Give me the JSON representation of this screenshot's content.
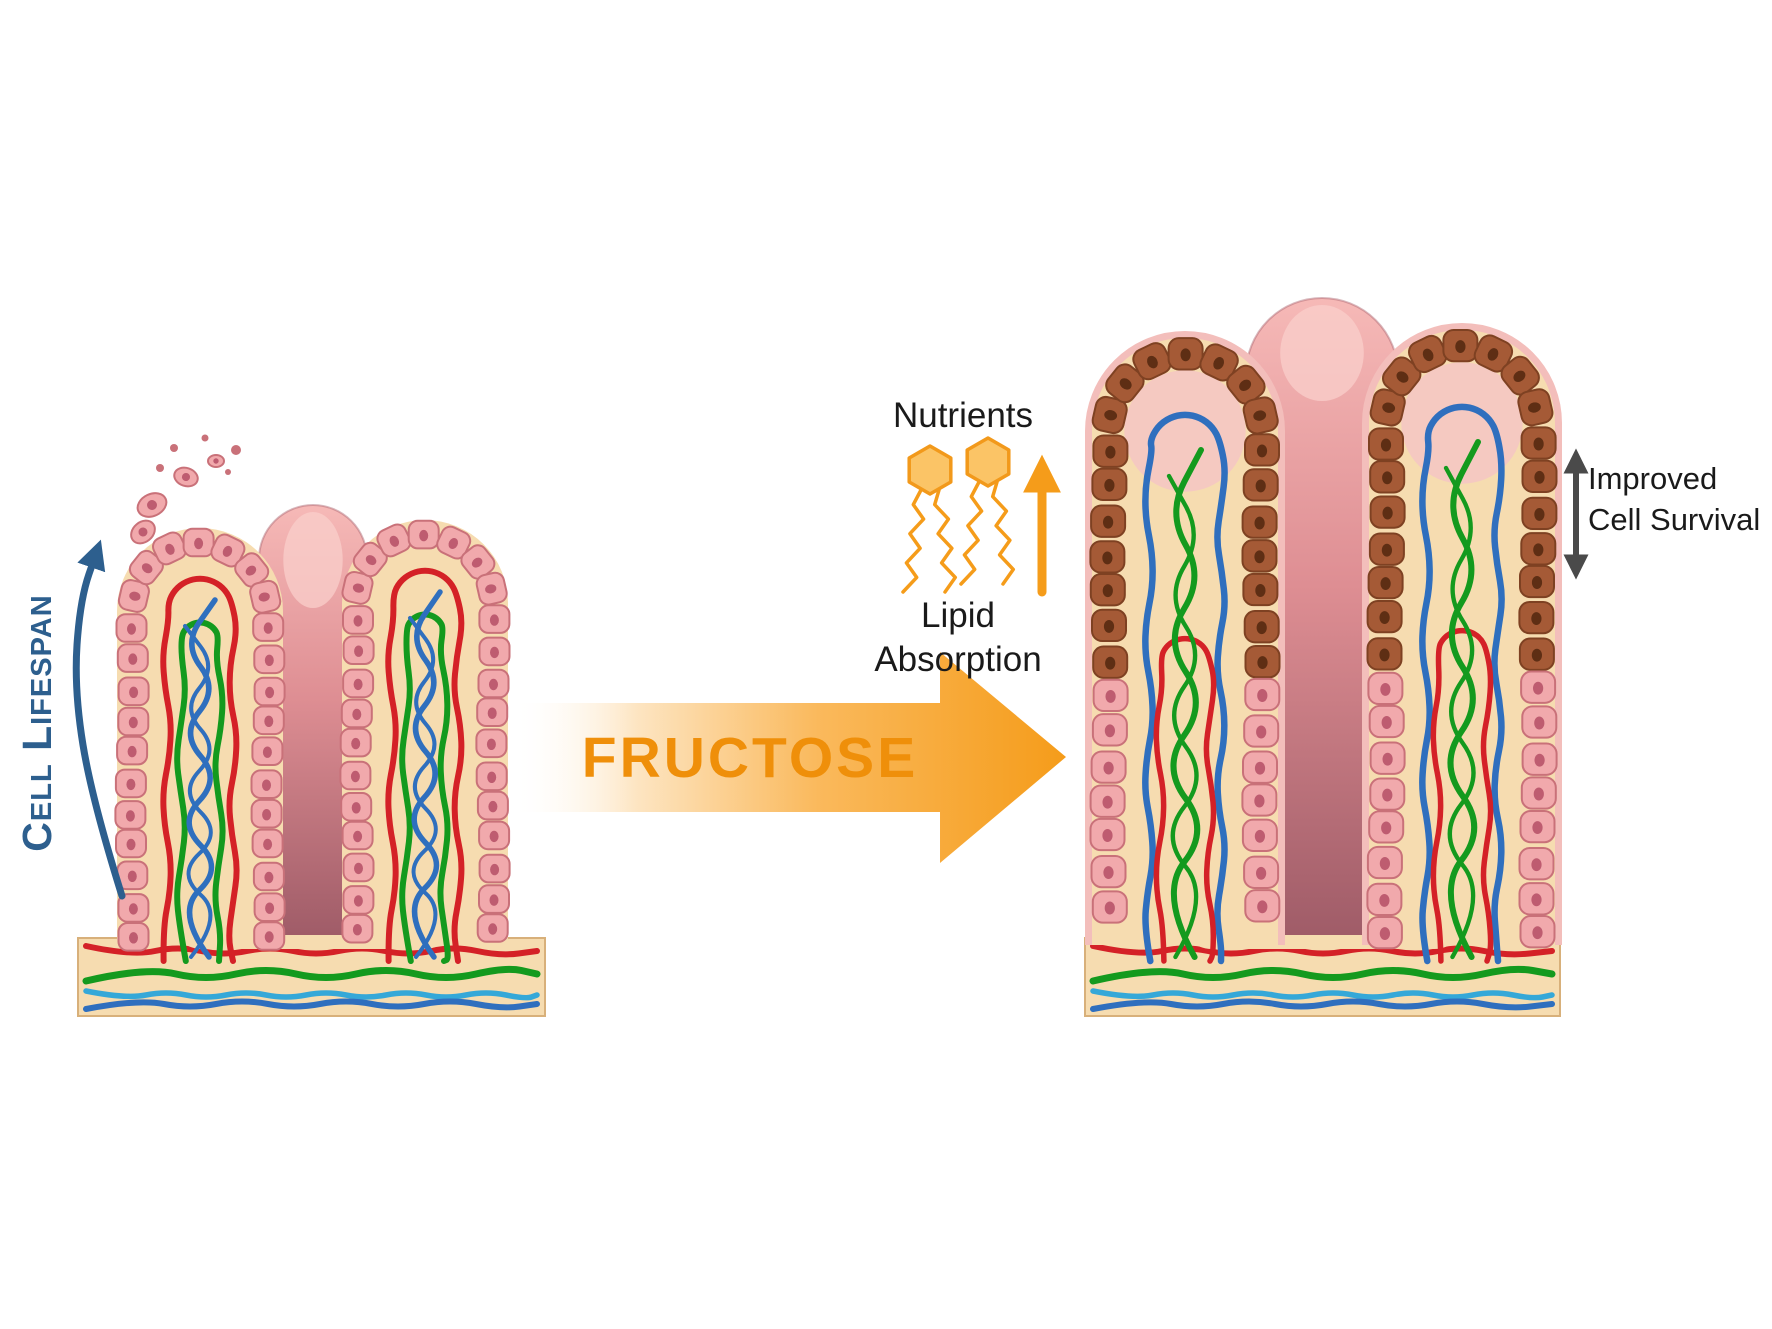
{
  "labels": {
    "cell_lifespan": "Cell Lifespan",
    "fructose": "FRUCTOSE",
    "nutrients": "Nutrients",
    "lipid_absorption": "Lipid Absorption",
    "improved_cell_survival": {
      "line1": "Improved",
      "line2": "Cell Survival"
    }
  },
  "icons": {
    "cell_lifespan_arrow": "curved-up-arrow",
    "improved_cell_survival_arrow": "double-headed-vertical-arrow",
    "lipid_absorption_arrow": "up-arrow",
    "lipid_molecule": "hexagon-head-with-zigzag-tails",
    "fructose_arrow": "right-gradient-block-arrow"
  },
  "colors": {
    "background": "#FFFFFF",
    "accent_orange": "#F59C1A",
    "arrow_orange_dark": "#EF8F0A",
    "lipid_fill": "#FBC466",
    "lipid_stroke": "#F2991B",
    "lifespan_blue": "#2D5F8E",
    "survival_arrow_gray": "#4A4A4A",
    "text_black": "#1A1A1A",
    "cell_pink": "#F1A9AC",
    "cell_pink_stroke": "#C97179",
    "cell_nucleus": "#BE5C70",
    "cell_brown": "#A55A36",
    "cell_brown_stroke": "#7E4122",
    "cell_brown_nucleus": "#5E2E14",
    "tissue_tan": "#F6DCB0",
    "tissue_tan_stroke": "#D8B07A",
    "core_pink_top": "#F6B9B7",
    "core_pink_mid": "#DE8E93",
    "core_pink_bottom": "#A05C68",
    "vessel_red": "#D42127",
    "vessel_green": "#149A1E",
    "vessel_blue": "#2F6FBE",
    "vessel_cyan": "#35A8D8"
  }
}
